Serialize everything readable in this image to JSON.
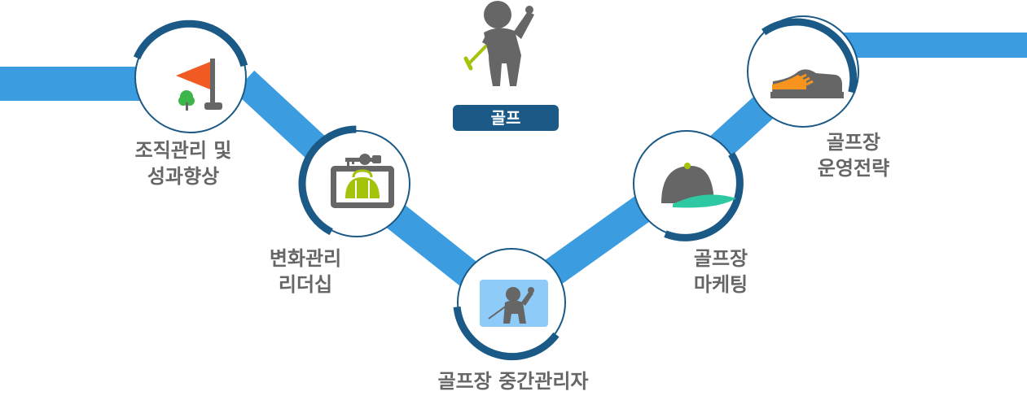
{
  "center": {
    "badge_label": "골프"
  },
  "steps": [
    {
      "line1": "조직관리 및",
      "line2": "성과향상",
      "icon": "flag-icon"
    },
    {
      "line1": "변화관리",
      "line2": "리더십",
      "icon": "golf-bag-key-icon"
    },
    {
      "line1": "골프장 중간관리자",
      "line2": "",
      "icon": "golfer-icon"
    },
    {
      "line1": "골프장",
      "line2": "마케팅",
      "icon": "cap-icon"
    },
    {
      "line1": "골프장",
      "line2": "운영전략",
      "icon": "golf-shoe-icon"
    }
  ],
  "colors": {
    "path": "#3b9de0",
    "ring_arc": "#1b5a86",
    "label_text": "#666666",
    "flag": "#f15a22",
    "tree": "#3cb54a",
    "accent_green": "#a4c40c",
    "cap_brim": "#2ec9a3",
    "shoe_orange": "#f7941d",
    "icon_gray": "#666666"
  }
}
